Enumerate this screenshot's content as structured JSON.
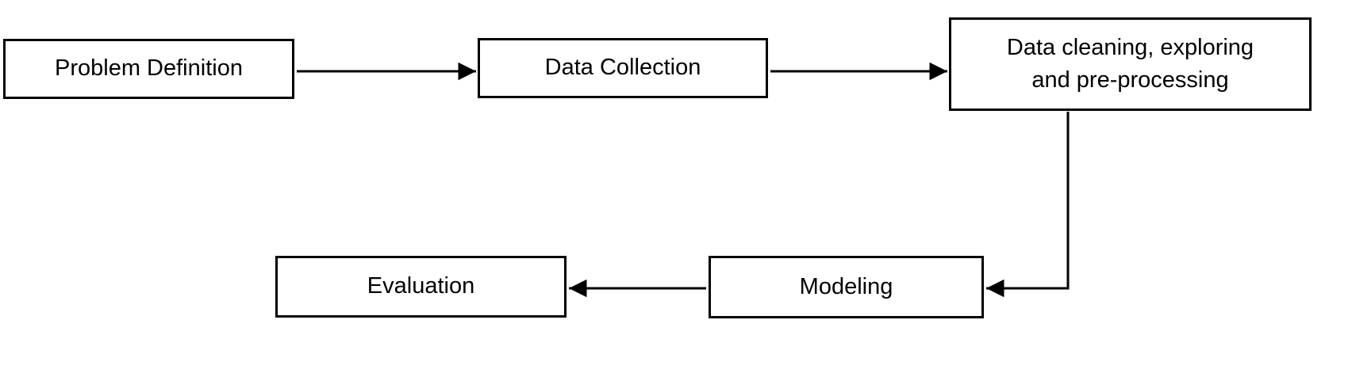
{
  "diagram": {
    "type": "flowchart",
    "colors": {
      "background": "#ffffff",
      "box_fill": "#ffffff",
      "box_border": "#000000",
      "text": "#000000",
      "arrow": "#000000"
    },
    "nodes": [
      {
        "id": "problem-definition",
        "label": "Problem Definition"
      },
      {
        "id": "data-collection",
        "label": "Data Collection"
      },
      {
        "id": "data-cleaning",
        "label": "Data cleaning, exploring and pre-processing",
        "label_line1": "Data cleaning, exploring",
        "label_line2": "and pre-processing"
      },
      {
        "id": "modeling",
        "label": "Modeling"
      },
      {
        "id": "evaluation",
        "label": "Evaluation"
      }
    ],
    "edges": [
      {
        "from": "problem-definition",
        "to": "data-collection"
      },
      {
        "from": "data-collection",
        "to": "data-cleaning"
      },
      {
        "from": "data-cleaning",
        "to": "modeling"
      },
      {
        "from": "modeling",
        "to": "evaluation"
      }
    ]
  }
}
